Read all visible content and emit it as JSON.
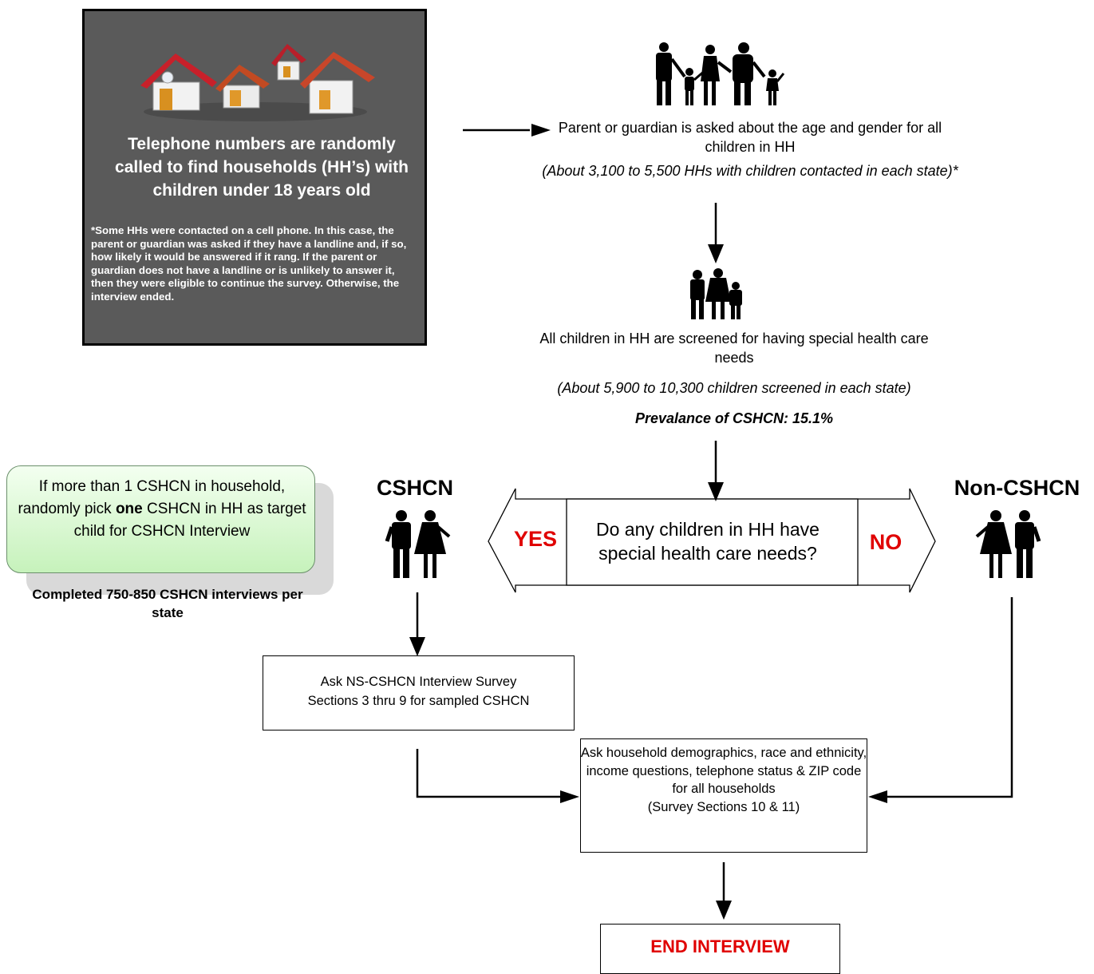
{
  "intro": {
    "heading": "Telephone numbers are randomly called to find households (HH’s) with children under 18 years old",
    "note": "*Some HHs were contacted on a cell phone. In this case, the parent or guardian was asked if they have a landline and, if so, how likely it would be answered if it rang. If the parent or guardian does not have a landline or is unlikely to answer it, then they were eligible to continue the survey.  Otherwise, the interview ended."
  },
  "step1": {
    "text": "Parent or guardian is asked about the age and gender for all children in HH",
    "note": "(About 3,100 to 5,500 HHs with children contacted in each state)*"
  },
  "step2": {
    "text": "All children in HH are screened for having special health care needs",
    "note": "(About 5,900 to 10,300 children screened in each state)",
    "prevalence": "Prevalance of CSHCN: 15.1%"
  },
  "decision": {
    "question": "Do any children in HH have special health care needs?",
    "yes_label": "YES",
    "no_label": "NO"
  },
  "cshcn_label": "CSHCN",
  "noncshcn_label": "Non-CSHCN",
  "pick_box": {
    "text_before": "If more than 1 CSHCN in household, randomly pick ",
    "text_bold": "one",
    "text_after": " CSHCN in HH as target child for CSHCN Interview",
    "completed": "Completed 750-850 CSHCN interviews per state"
  },
  "sections_box": {
    "line1": "Ask NS-CSHCN Interview Survey",
    "line2": "Sections 3 thru 9 for sampled CSHCN"
  },
  "demographics_box": {
    "text": "Ask household demographics, race and ethnicity, income questions, telephone status & ZIP code for all households",
    "sections": "(Survey Sections 10 & 11)"
  },
  "end_box": {
    "text": "END INTERVIEW"
  },
  "colors": {
    "accent_red": "#e00000",
    "intro_bg": "#5a5a5a",
    "pick_green": "#c6f2bb"
  },
  "icons": [
    "houses-icon",
    "family-icon",
    "children-group-icon",
    "child-pair-icon"
  ]
}
